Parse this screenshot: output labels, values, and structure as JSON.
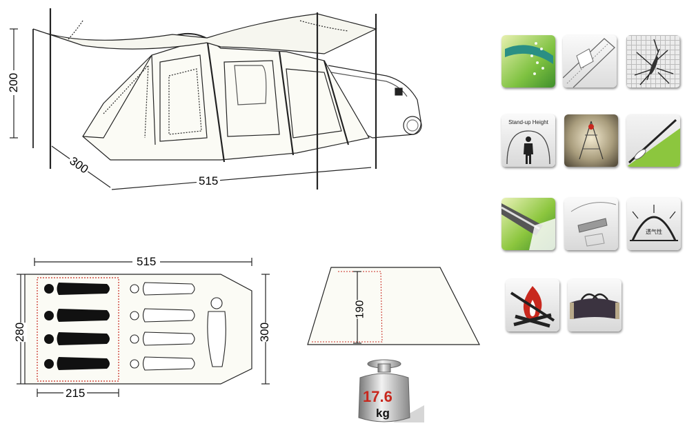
{
  "tent_side_view": {
    "height_label": "200",
    "depth_label": "300",
    "length_label": "515"
  },
  "floor_plan": {
    "length_label": "515",
    "width_label": "300",
    "inner_width_label": "280",
    "inner_length_label": "215"
  },
  "awning": {
    "height_label": "190"
  },
  "weight": {
    "value": "17.6",
    "unit": "kg"
  },
  "feature_icons": [
    {
      "name": "waterproof-icon"
    },
    {
      "name": "taped-seams-icon"
    },
    {
      "name": "mosquito-net-icon"
    },
    {
      "name": "stand-up-height-icon",
      "label": "Stand-up Height"
    },
    {
      "name": "interior-view-icon"
    },
    {
      "name": "fiberglass-pole-icon"
    },
    {
      "name": "pole-sleeve-icon"
    },
    {
      "name": "groundsheet-icon"
    },
    {
      "name": "ventilation-icon",
      "label": "透气性"
    },
    {
      "name": "no-fire-icon"
    },
    {
      "name": "carry-bag-icon"
    }
  ],
  "colors": {
    "line": "#222222",
    "red": "#c8281e",
    "green": "#8cc63e"
  }
}
